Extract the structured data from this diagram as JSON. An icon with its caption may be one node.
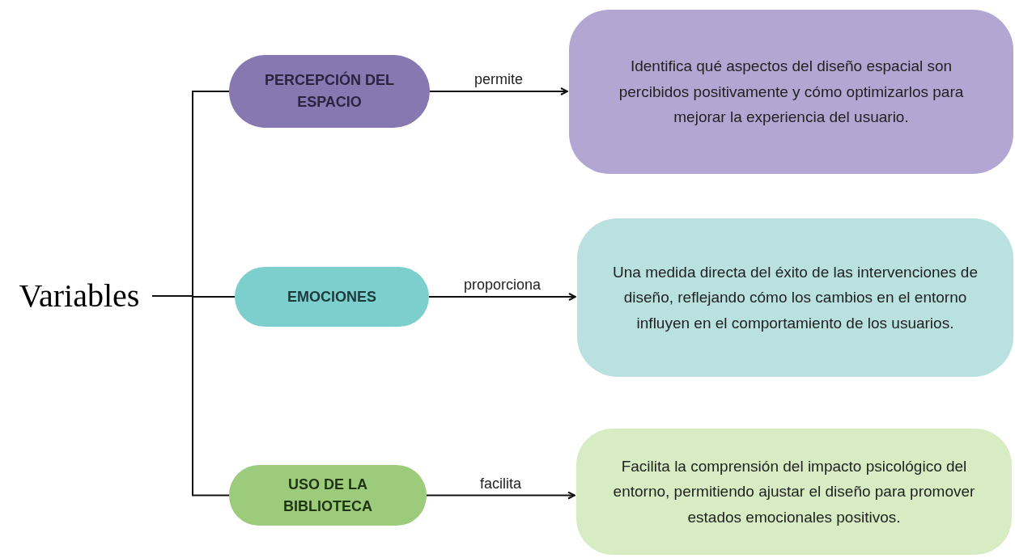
{
  "diagram": {
    "nodes": [
      {
        "text": [
          "Variables"
        ]
      },
      {
        "text": [
          "PERCEPCIÓN DEL ESPACIO"
        ]
      },
      {
        "text": [
          "Identifica qué aspectos del diseño espacial son percibidos positivamente y cómo optimizarlos para mejorar la experiencia del usuario."
        ]
      },
      {
        "text": [
          "EMOCIONES"
        ]
      },
      {
        "text": [
          "Una medida directa del éxito de las intervenciones de diseño, reflejando cómo los cambios en el entorno influyen en el comportamiento de los usuarios."
        ]
      },
      {
        "text": [
          "USO DE LA BIBLIOTECA"
        ]
      },
      {
        "text": [
          "Facilita la comprensión del impacto psicológico del entorno, permitiendo ajustar el diseño para promover estados emocionales positivos."
        ]
      }
    ],
    "edges": [
      {
        "from": 0,
        "to": 1,
        "arrow": "none"
      },
      {
        "from": 0,
        "to": 3,
        "arrow": "none"
      },
      {
        "from": 0,
        "to": 5,
        "arrow": "none"
      },
      {
        "from": 1,
        "to": 2,
        "arrow": "to",
        "label": "permite"
      },
      {
        "from": 3,
        "to": 4,
        "arrow": "to",
        "label": "proporciona"
      },
      {
        "from": 5,
        "to": 6,
        "arrow": "to",
        "label": "facilita"
      }
    ]
  }
}
